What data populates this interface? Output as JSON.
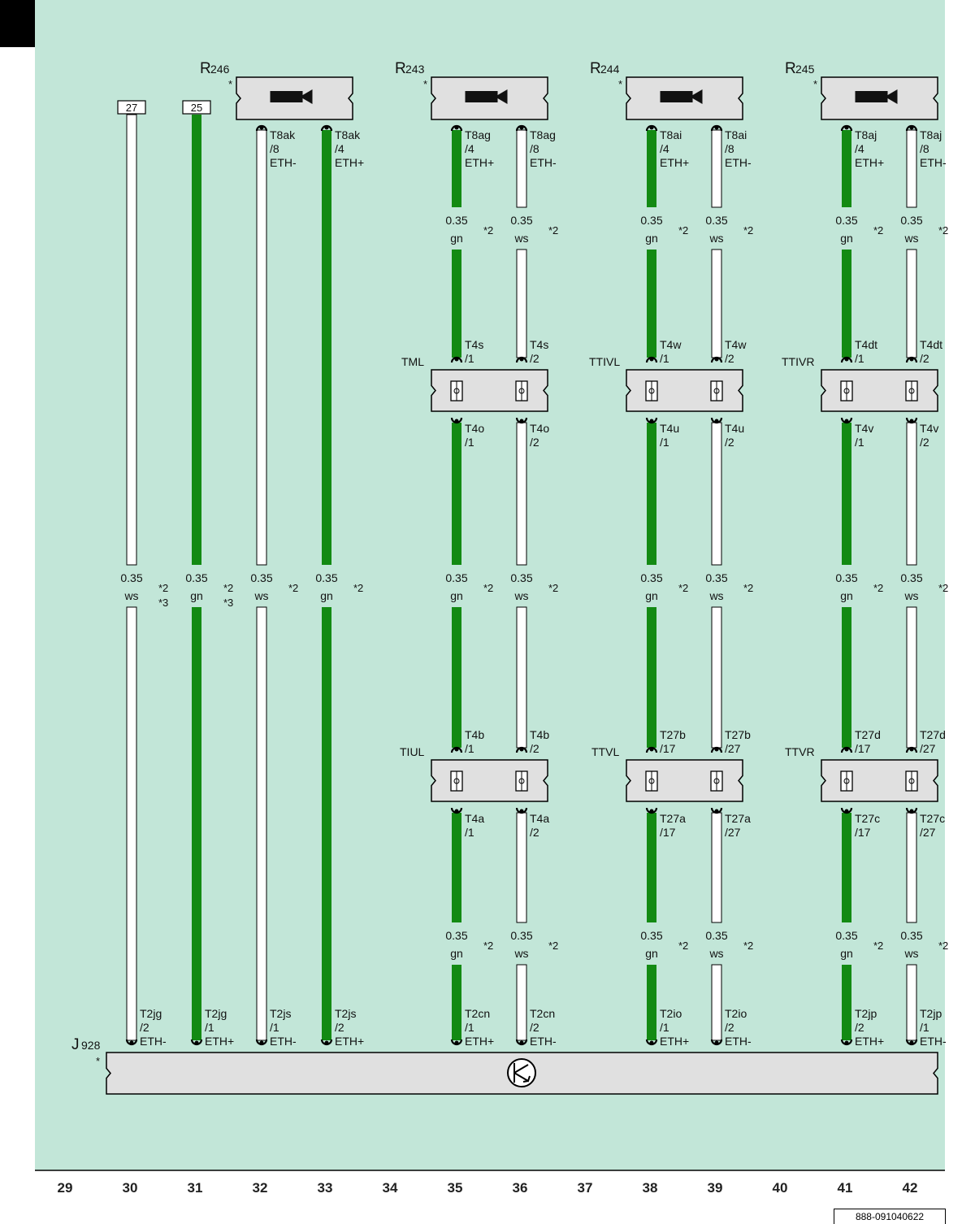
{
  "page": {
    "tab_color": "#000000",
    "background": "#c2e6d8",
    "doc_ref": "888-091040622"
  },
  "colors": {
    "gn": "#138a13",
    "ws": "#ffffff",
    "box": "#e0e0e0"
  },
  "columns": [
    "29",
    "30",
    "31",
    "32",
    "33",
    "34",
    "35",
    "36",
    "37",
    "38",
    "39",
    "40",
    "41",
    "42"
  ],
  "components": {
    "R246": {
      "name": "R",
      "sub": "246",
      "star": "*"
    },
    "R243": {
      "name": "R",
      "sub": "243",
      "star": "*"
    },
    "R244": {
      "name": "R",
      "sub": "244",
      "star": "*"
    },
    "R245": {
      "name": "R",
      "sub": "245",
      "star": "*"
    },
    "J928": {
      "name": "J",
      "sub": "928",
      "star": "*"
    },
    "TML": "TML",
    "TIUL": "TIUL",
    "TTIVL": "TTIVL",
    "TTVL": "TTVL",
    "TTIVR": "TTIVR",
    "TTVR": "TTVR"
  },
  "refs": {
    "r30": "27",
    "r31": "25"
  },
  "wires": {
    "w30": {
      "color": "ws",
      "mid": {
        "size": "0.35",
        "color": "ws",
        "n1": "*2",
        "n2": "*3"
      },
      "bot": {
        "pin": "T2jg",
        "num": "/2",
        "sig": "ETH-"
      }
    },
    "w31": {
      "color": "gn",
      "mid": {
        "size": "0.35",
        "color": "gn",
        "n1": "*2",
        "n2": "*3"
      },
      "bot": {
        "pin": "T2jg",
        "num": "/1",
        "sig": "ETH+"
      }
    },
    "w32": {
      "color": "ws",
      "top": {
        "pin": "T8ak",
        "num": "/8",
        "sig": "ETH-"
      },
      "mid": {
        "size": "0.35",
        "color": "ws",
        "n1": "*2"
      },
      "bot": {
        "pin": "T2js",
        "num": "/1",
        "sig": "ETH-"
      }
    },
    "w33": {
      "color": "gn",
      "top": {
        "pin": "T8ak",
        "num": "/4",
        "sig": "ETH+"
      },
      "mid": {
        "size": "0.35",
        "color": "gn",
        "n1": "*2"
      },
      "bot": {
        "pin": "T2js",
        "num": "/2",
        "sig": "ETH+"
      }
    },
    "w35": {
      "color": "gn",
      "top": {
        "pin": "T8ag",
        "num": "/4",
        "sig": "ETH+"
      },
      "s1": {
        "size": "0.35",
        "color": "gn",
        "n1": "*2"
      },
      "c1": {
        "pin": "T4s",
        "num": "/1"
      },
      "c2": {
        "pin": "T4o",
        "num": "/1"
      },
      "mid": {
        "size": "0.35",
        "color": "gn",
        "n1": "*2"
      },
      "c3": {
        "pin": "T4b",
        "num": "/1"
      },
      "c4": {
        "pin": "T4a",
        "num": "/1"
      },
      "s3": {
        "size": "0.35",
        "color": "gn",
        "n1": "*2"
      },
      "bot": {
        "pin": "T2cn",
        "num": "/1",
        "sig": "ETH+"
      }
    },
    "w36": {
      "color": "ws",
      "top": {
        "pin": "T8ag",
        "num": "/8",
        "sig": "ETH-"
      },
      "s1": {
        "size": "0.35",
        "color": "ws",
        "n1": "*2"
      },
      "c1": {
        "pin": "T4s",
        "num": "/2"
      },
      "c2": {
        "pin": "T4o",
        "num": "/2"
      },
      "mid": {
        "size": "0.35",
        "color": "ws",
        "n1": "*2"
      },
      "c3": {
        "pin": "T4b",
        "num": "/2"
      },
      "c4": {
        "pin": "T4a",
        "num": "/2"
      },
      "s3": {
        "size": "0.35",
        "color": "ws",
        "n1": "*2"
      },
      "bot": {
        "pin": "T2cn",
        "num": "/2",
        "sig": "ETH-"
      }
    },
    "w38": {
      "color": "gn",
      "top": {
        "pin": "T8ai",
        "num": "/4",
        "sig": "ETH+"
      },
      "s1": {
        "size": "0.35",
        "color": "gn",
        "n1": "*2"
      },
      "c1": {
        "pin": "T4w",
        "num": "/1"
      },
      "c2": {
        "pin": "T4u",
        "num": "/1"
      },
      "mid": {
        "size": "0.35",
        "color": "gn",
        "n1": "*2"
      },
      "c3": {
        "pin": "T27b",
        "num": "/17"
      },
      "c4": {
        "pin": "T27a",
        "num": "/17"
      },
      "s3": {
        "size": "0.35",
        "color": "gn",
        "n1": "*2"
      },
      "bot": {
        "pin": "T2io",
        "num": "/1",
        "sig": "ETH+"
      }
    },
    "w39": {
      "color": "ws",
      "top": {
        "pin": "T8ai",
        "num": "/8",
        "sig": "ETH-"
      },
      "s1": {
        "size": "0.35",
        "color": "ws",
        "n1": "*2"
      },
      "c1": {
        "pin": "T4w",
        "num": "/2"
      },
      "c2": {
        "pin": "T4u",
        "num": "/2"
      },
      "mid": {
        "size": "0.35",
        "color": "ws",
        "n1": "*2"
      },
      "c3": {
        "pin": "T27b",
        "num": "/27"
      },
      "c4": {
        "pin": "T27a",
        "num": "/27"
      },
      "s3": {
        "size": "0.35",
        "color": "ws",
        "n1": "*2"
      },
      "bot": {
        "pin": "T2io",
        "num": "/2",
        "sig": "ETH-"
      }
    },
    "w41": {
      "color": "gn",
      "top": {
        "pin": "T8aj",
        "num": "/4",
        "sig": "ETH+"
      },
      "s1": {
        "size": "0.35",
        "color": "gn",
        "n1": "*2"
      },
      "c1": {
        "pin": "T4dt",
        "num": "/1"
      },
      "c2": {
        "pin": "T4v",
        "num": "/1"
      },
      "mid": {
        "size": "0.35",
        "color": "gn",
        "n1": "*2"
      },
      "c3": {
        "pin": "T27d",
        "num": "/17"
      },
      "c4": {
        "pin": "T27c",
        "num": "/17"
      },
      "s3": {
        "size": "0.35",
        "color": "gn",
        "n1": "*2"
      },
      "bot": {
        "pin": "T2jp",
        "num": "/2",
        "sig": "ETH+"
      }
    },
    "w42": {
      "color": "ws",
      "top": {
        "pin": "T8aj",
        "num": "/8",
        "sig": "ETH-"
      },
      "s1": {
        "size": "0.35",
        "color": "ws",
        "n1": "*2"
      },
      "c1": {
        "pin": "T4dt",
        "num": "/2"
      },
      "c2": {
        "pin": "T4v",
        "num": "/2"
      },
      "mid": {
        "size": "0.35",
        "color": "ws",
        "n1": "*2"
      },
      "c3": {
        "pin": "T27d",
        "num": "/27"
      },
      "c4": {
        "pin": "T27c",
        "num": "/27"
      },
      "s3": {
        "size": "0.35",
        "color": "ws",
        "n1": "*2"
      },
      "bot": {
        "pin": "T2jp",
        "num": "/1",
        "sig": "ETH-"
      }
    }
  }
}
